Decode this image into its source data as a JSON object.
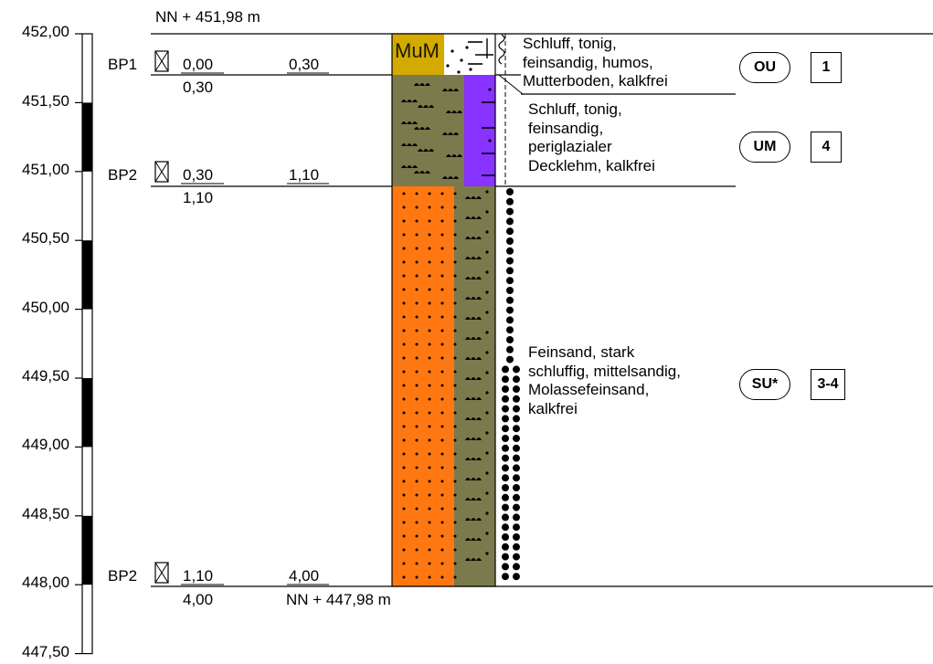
{
  "profile": {
    "top_elevation": "NN + 451,98 m",
    "bottom_elevation": "NN + 447,98 m"
  },
  "scale": {
    "ticks": [
      "452,00",
      "451,50",
      "451,00",
      "450,50",
      "450,00",
      "449,50",
      "449,00",
      "448,50",
      "448,00",
      "447,50"
    ]
  },
  "samples": [
    {
      "id": "BP1",
      "from": "0,00",
      "to": "0,30"
    },
    {
      "id": "BP2",
      "from": "0,30",
      "to": "1,10"
    },
    {
      "id": "BP2",
      "from": "1,10",
      "to": "4,00"
    }
  ],
  "boundaries": [
    "0,30",
    "1,10",
    "4,00"
  ],
  "layers": [
    {
      "pattern_label": "MuM",
      "description": [
        "Schluff, tonig,",
        "feinsandig, humos,",
        "Mutterboden, kalkfrei"
      ],
      "soil_group": "OU",
      "frost_class": "1",
      "colors": [
        "#d4aa00",
        "#ffffff"
      ]
    },
    {
      "description": [
        "Schluff, tonig,",
        "feinsandig,",
        "periglazialer",
        "Decklehm, kalkfrei"
      ],
      "soil_group": "UM",
      "frost_class": "4",
      "colors": [
        "#7a7a4c",
        "#8833ff"
      ]
    },
    {
      "description": [
        "Feinsand, stark",
        "schluffig, mittelsandig,",
        "Molassefeinsand,",
        "kalkfrei"
      ],
      "soil_group": "SU*",
      "frost_class": "3-4",
      "colors": [
        "#ff7711",
        "#7a7a4c"
      ]
    }
  ]
}
